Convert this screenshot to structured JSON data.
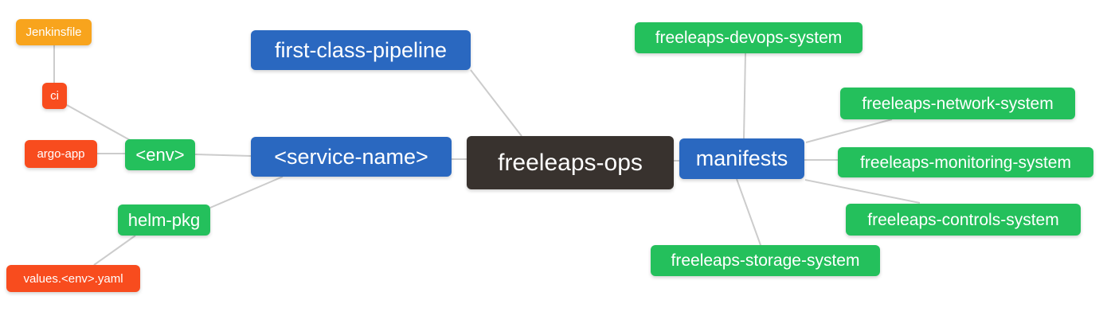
{
  "diagram": {
    "type": "mindmap",
    "root_label": "freeleaps-ops",
    "colors": {
      "branch_blue": "#2a68c0",
      "leaf_green": "#24c05c",
      "leaf_red": "#f84c1e",
      "leaf_amber": "#f8a41d",
      "root_dark": "#38322e",
      "edge_gray": "#cccccc",
      "text": "#ffffff",
      "background": "#ffffff"
    }
  },
  "nodes": {
    "freeleaps_ops": {
      "label": "freeleaps-ops"
    },
    "first_class_pipeline": {
      "label": "first-class-pipeline"
    },
    "service_name": {
      "label": "<service-name>"
    },
    "manifests": {
      "label": "manifests"
    },
    "env": {
      "label": "<env>"
    },
    "helm_pkg": {
      "label": "helm-pkg"
    },
    "ci": {
      "label": "ci"
    },
    "jenkinsfile": {
      "label": "Jenkinsfile"
    },
    "argo_app": {
      "label": "argo-app"
    },
    "values_env_yaml": {
      "label": "values.<env>.yaml"
    },
    "devops_system": {
      "label": "freeleaps-devops-system"
    },
    "network_system": {
      "label": "freeleaps-network-system"
    },
    "monitoring_system": {
      "label": "freeleaps-monitoring-system"
    },
    "controls_system": {
      "label": "freeleaps-controls-system"
    },
    "storage_system": {
      "label": "freeleaps-storage-system"
    }
  },
  "edges": [
    {
      "from": "Jenkinsfile",
      "to": "ci"
    },
    {
      "from": "ci",
      "to": "<env>"
    },
    {
      "from": "argo-app",
      "to": "<env>"
    },
    {
      "from": "<env>",
      "to": "<service-name>"
    },
    {
      "from": "<service-name>",
      "to": "helm-pkg"
    },
    {
      "from": "helm-pkg",
      "to": "values.<env>.yaml"
    },
    {
      "from": "first-class-pipeline",
      "to": "freeleaps-ops"
    },
    {
      "from": "<service-name>",
      "to": "freeleaps-ops"
    },
    {
      "from": "freeleaps-ops",
      "to": "manifests"
    },
    {
      "from": "manifests",
      "to": "freeleaps-devops-system"
    },
    {
      "from": "manifests",
      "to": "freeleaps-network-system"
    },
    {
      "from": "manifests",
      "to": "freeleaps-monitoring-system"
    },
    {
      "from": "manifests",
      "to": "freeleaps-controls-system"
    },
    {
      "from": "manifests",
      "to": "freeleaps-storage-system"
    }
  ]
}
